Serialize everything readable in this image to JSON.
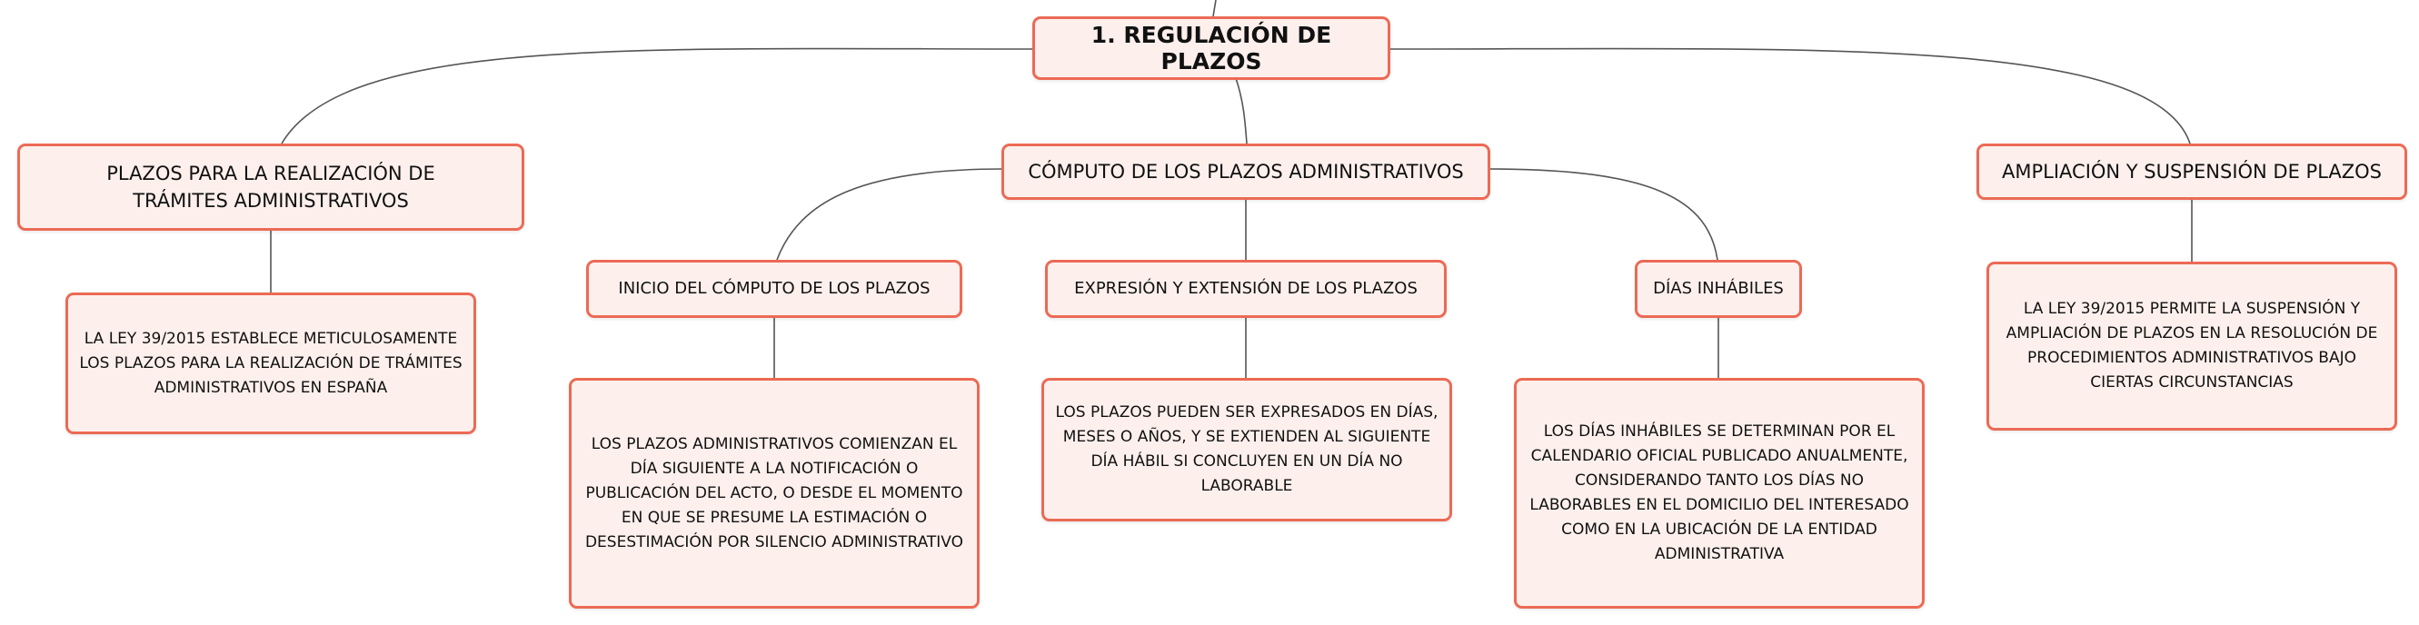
{
  "map": {
    "root": "1. REGULACIÓN DE PLAZOS",
    "tramites": {
      "title": "PLAZOS PARA LA REALIZACIÓN DE TRÁMITES ADMINISTRATIVOS",
      "detail": "LA LEY 39/2015 ESTABLECE METICULOSAMENTE LOS PLAZOS PARA LA REALIZACIÓN DE TRÁMITES ADMINISTRATIVOS EN ESPAÑA"
    },
    "computo": {
      "title": "CÓMPUTO DE LOS PLAZOS ADMINISTRATIVOS",
      "inicio": {
        "title": "INICIO DEL CÓMPUTO DE LOS PLAZOS",
        "detail": "LOS PLAZOS ADMINISTRATIVOS COMIENZAN EL DÍA SIGUIENTE A LA NOTIFICACIÓN O PUBLICACIÓN DEL ACTO, O DESDE EL MOMENTO EN QUE SE PRESUME LA ESTIMACIÓN O DESESTIMACIÓN POR SILENCIO ADMINISTRATIVO"
      },
      "expresion": {
        "title": "EXPRESIÓN Y EXTENSIÓN DE LOS PLAZOS",
        "detail": "LOS PLAZOS PUEDEN SER EXPRESADOS EN DÍAS, MESES O AÑOS, Y SE EXTIENDEN AL SIGUIENTE DÍA HÁBIL SI CONCLUYEN EN UN DÍA NO LABORABLE"
      },
      "inhabiles": {
        "title": "DÍAS INHÁBILES",
        "detail": "LOS DÍAS INHÁBILES SE DETERMINAN POR EL CALENDARIO OFICIAL PUBLICADO ANUALMENTE, CONSIDERANDO TANTO LOS DÍAS NO LABORABLES EN EL DOMICILIO DEL INTERESADO COMO EN LA UBICACIÓN DE LA ENTIDAD ADMINISTRATIVA"
      }
    },
    "ampliacion": {
      "title": "AMPLIACIÓN Y SUSPENSIÓN DE PLAZOS",
      "detail": "LA LEY 39/2015 PERMITE LA SUSPENSIÓN Y AMPLIACIÓN DE PLAZOS EN LA RESOLUCIÓN DE PROCEDIMIENTOS ADMINISTRATIVOS BAJO CIERTAS CIRCUNSTANCIAS"
    }
  },
  "colors": {
    "node_border": "#ec6a55",
    "node_fill": "#fdf0ec",
    "connector": "#555555"
  }
}
